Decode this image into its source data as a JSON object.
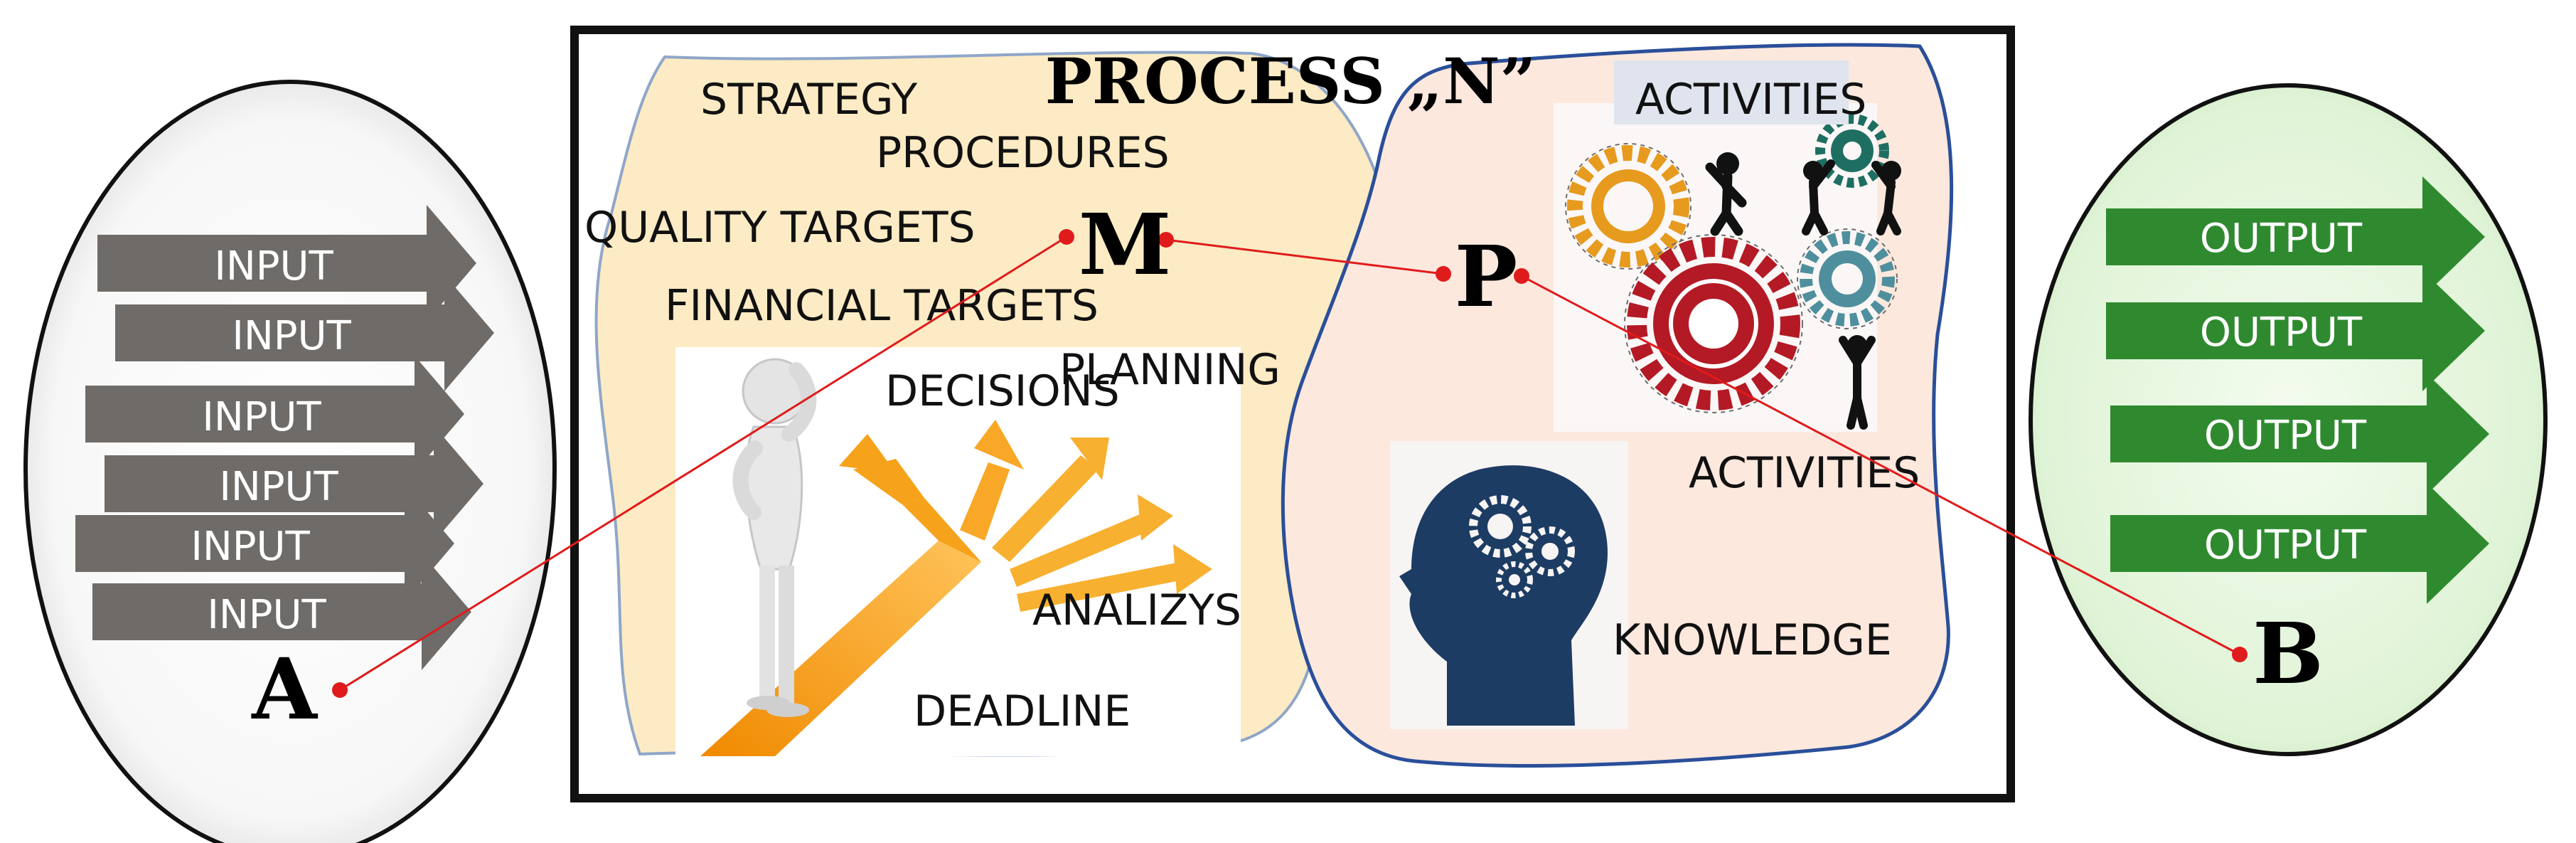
{
  "title": "PROCESS „N”",
  "colors": {
    "input_arrow": "#6f6b68",
    "output_arrow": "#2f8a2f",
    "left_region": "#fcebc4",
    "right_region": "#fde8de",
    "region_outline": "#2a4f9a",
    "connector": "#e01b1b",
    "output_ellipse": "#e6f7df"
  },
  "inputs": [
    "INPUT",
    "INPUT",
    "INPUT",
    "INPUT",
    "INPUT",
    "INPUT"
  ],
  "outputs": [
    "OUTPUT",
    "OUTPUT",
    "OUTPUT",
    "OUTPUT"
  ],
  "nodes": {
    "a": "A",
    "b": "B",
    "m": "M",
    "p": "P"
  },
  "management_labels": {
    "strategy": "STRATEGY",
    "procedures": "PROCEDURES",
    "quality_targets": "QUALITY TARGETS",
    "financial_targets": "FINANCIAL TARGETS",
    "decisions": "DECISIONS",
    "planning": "PLANNING",
    "analizys": "ANALIZYS",
    "deadline": "DEADLINE"
  },
  "production_labels": {
    "activities_top": "ACTIVITIES",
    "activities_bottom": "ACTIVITIES",
    "knowledge": "KNOWLEDGE"
  },
  "icons": [
    "thinking-person-icon",
    "gears-teamwork-icon",
    "brain-head-icon"
  ]
}
